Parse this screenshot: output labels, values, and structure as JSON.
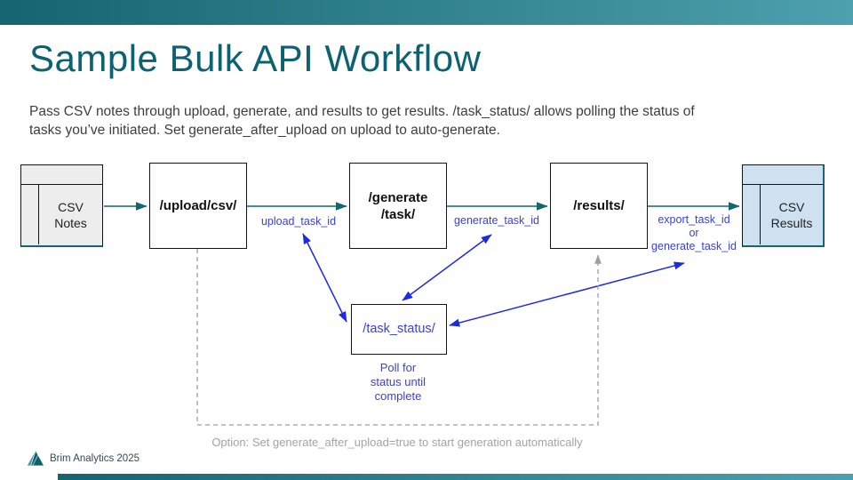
{
  "header": {
    "title": "Sample Bulk API Workflow",
    "description_line1": "Pass CSV notes through upload, generate, and results to get results. /task_status/ allows polling the status of",
    "description_line2": "tasks you’ve initiated. Set generate_after_upload on upload to auto-generate."
  },
  "diagram": {
    "csv_notes_label": "CSV\nNotes",
    "upload_label": "/upload/csv/",
    "generate_label": "/generate\n/task/",
    "results_label": "/results/",
    "csv_results_label": "CSV\nResults",
    "task_status_label": "/task_status/",
    "upload_task_id_label": "upload_task_id",
    "generate_task_id_label": "generate_task_id",
    "export_task_id_label": "export_task_id\nor\ngenerate_task_id",
    "poll_note": "Poll for\nstatus until\ncomplete",
    "option_note": "Option: Set generate_after_upload=true to start generation automatically"
  },
  "footer": {
    "brand": "Brim Analytics 2025"
  },
  "colors": {
    "top_bar_gradient_start": "#156570",
    "top_bar_gradient_end": "#4da0ad",
    "title_teal": "#0c6270",
    "flow_arrow_teal": "#136672",
    "poll_arrow_blue": "#1e2ae0",
    "blue_label_text": "#3a41d9",
    "dashed_gray": "#9aa0a6",
    "option_note_gray": "#a3a3a3",
    "csv_notes_fill": "#ededed",
    "csv_results_fill": "#cfe0f1",
    "body_text": "#3d3d3d"
  }
}
